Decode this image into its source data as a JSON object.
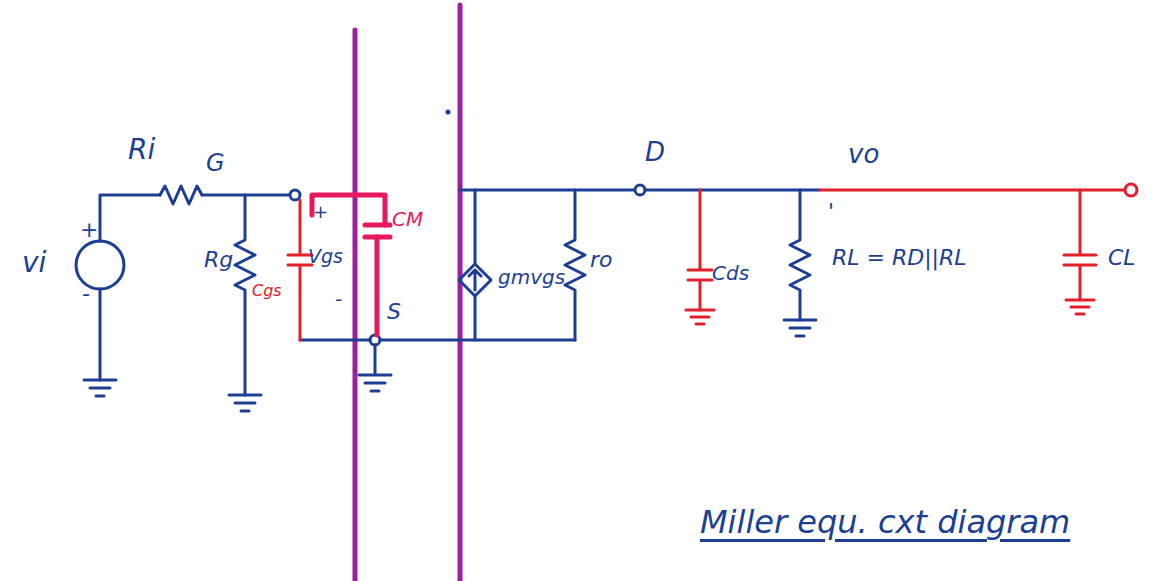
{
  "diagram": {
    "caption": "Miller equ. cxt diagram",
    "labels": [
      "Ri",
      "G",
      "+",
      "vi",
      "-",
      "Rg",
      "Cgs",
      "+",
      "Vgs",
      "-",
      "CM",
      "gmvgs",
      "ro",
      "D",
      "Cds",
      "vo",
      "'",
      "RL = RD||RL",
      "CL",
      "S"
    ]
  }
}
